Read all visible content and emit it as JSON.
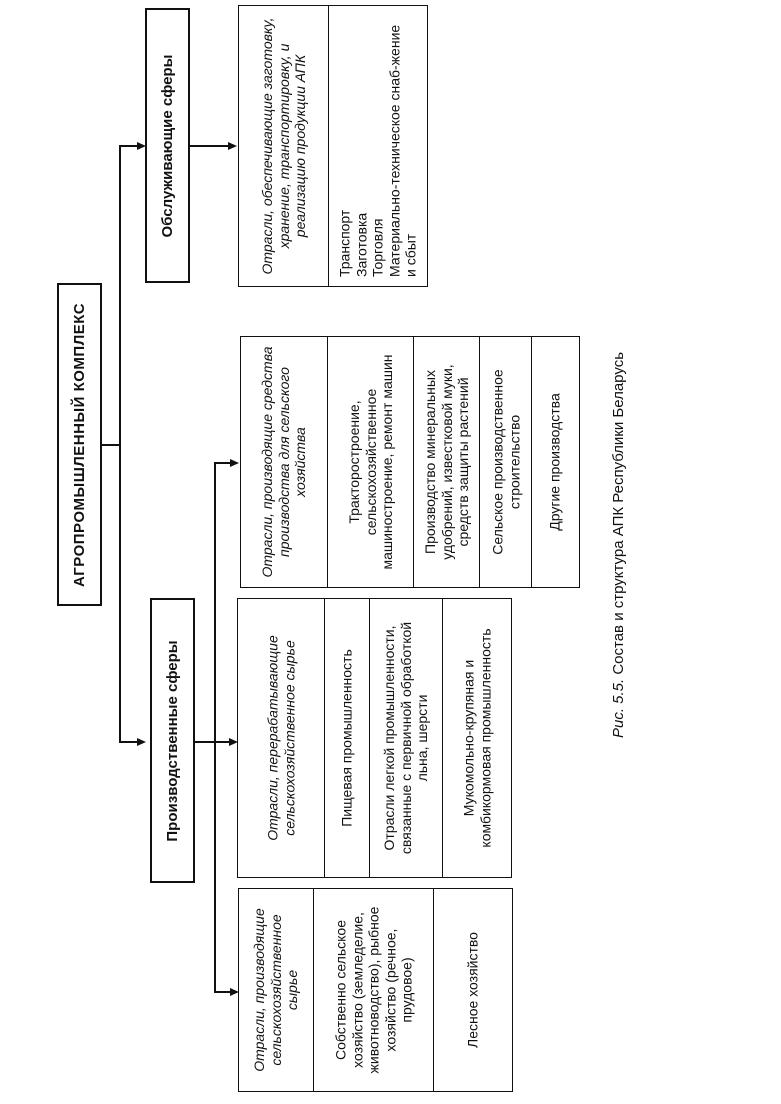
{
  "root": {
    "title": "АГРОПРОМЫШЛЕННЫЙ КОМПЛЕКС"
  },
  "production": {
    "title": "Производственные сферы",
    "raw": {
      "header": "Отрасли, производящие сельскохозяйственное сырье",
      "items": [
        "Собственно сельское хозяйство (земледелие, животноводство), рыбное хозяйство (речное, прудовое)",
        "Лесное хозяйство"
      ]
    },
    "processing": {
      "header": "Отрасли, перерабатывающие сельскохозяйственное сырье",
      "items": [
        "Пищевая промышленность",
        "Отрасли легкой промышленности, связанные с первичной обработкой льна, шерсти",
        "Мукомольно-крупяная и комбикормовая промышленность"
      ]
    },
    "means": {
      "header": "Отрасли, производящие средства производства для сельского хозяйства",
      "items": [
        "Тракторостроение, сельскохозяйственное машиностроение, ремонт машин",
        "Производство минеральных удобрений, известковой муки, средств защиты растений",
        "Сельское производственное строительство",
        "Другие производства"
      ]
    }
  },
  "service": {
    "title": "Обслуживающие сферы",
    "header": "Отрасли, обеспечивающие заготовку, хранение, транспортировку, и реализацию продукции АПК",
    "items": [
      "Транспорт",
      "Заготовка",
      "Торговля",
      "Материально-техническое снаб-жение и сбыт"
    ]
  },
  "caption": {
    "label": "Рис. 5.5.",
    "text": "Состав и структура АПК Республики Беларусь"
  }
}
